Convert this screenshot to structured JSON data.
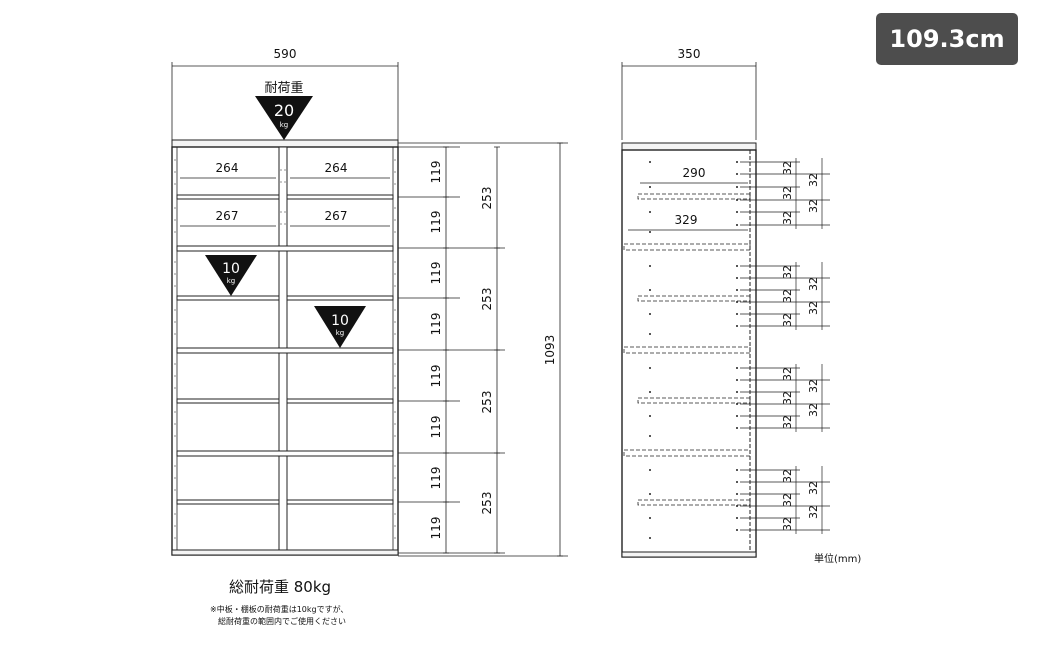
{
  "badge": {
    "height_label": "109.3cm"
  },
  "front_view": {
    "width_label": "590",
    "top_load_title": "耐荷重",
    "top_load_value": "20",
    "load_unit": "kg",
    "shelf_load_value": "10",
    "inner_widths_top": [
      "264",
      "264"
    ],
    "inner_widths_second": [
      "267",
      "267"
    ],
    "compartment_heights": [
      "119",
      "119",
      "119",
      "119",
      "119",
      "119",
      "119",
      "119"
    ],
    "section_heights": [
      "253",
      "253",
      "253",
      "253"
    ],
    "total_height_label": "1093"
  },
  "side_view": {
    "depth_label": "350",
    "shelf_depth_label": "290",
    "middle_depth_label": "329",
    "pitch_label": "32"
  },
  "footer": {
    "total_load": "総耐荷重 80kg",
    "note_line1": "※中板・棚板の耐荷重は10kgですが、",
    "note_line2": "総耐荷重の範囲内でご使用ください",
    "unit_label": "単位(mm)"
  },
  "colors": {
    "line": "#222222",
    "badge_bg": "#4d4d4d",
    "badge_text": "#ffffff",
    "panel_fill": "#f4f4f4"
  }
}
